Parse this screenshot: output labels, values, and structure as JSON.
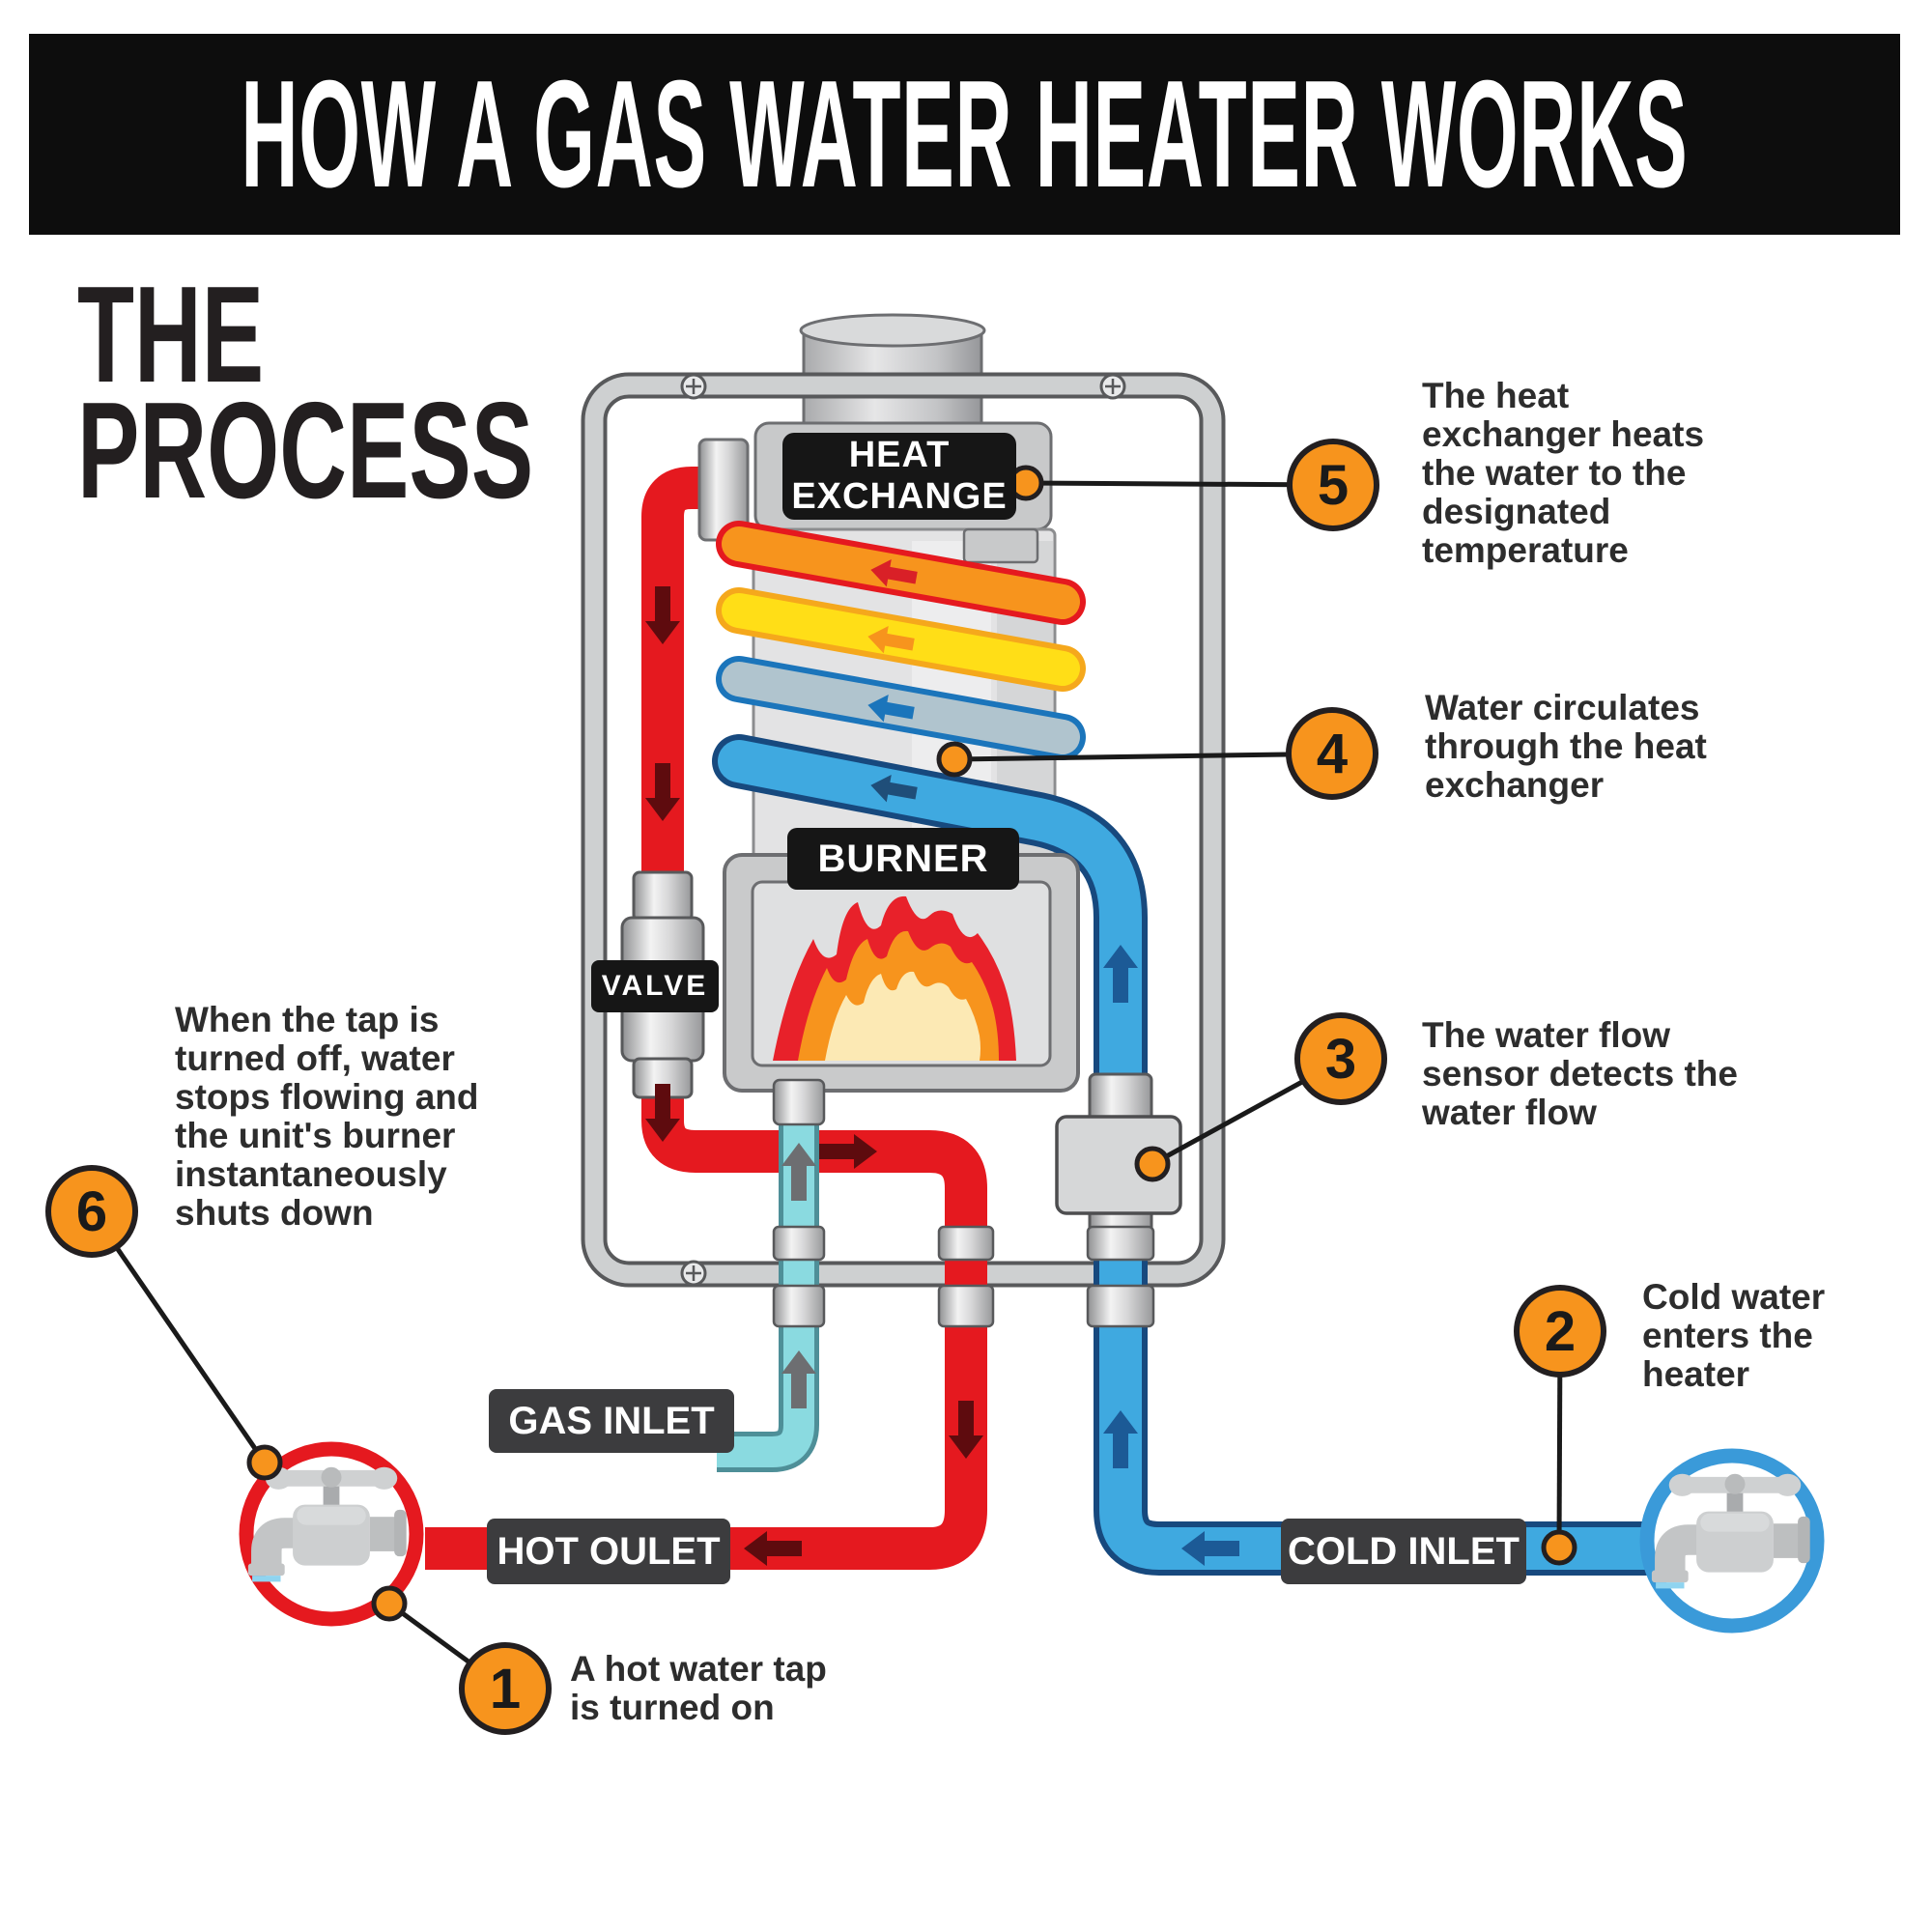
{
  "header": {
    "title": "HOW A GAS WATER HEATER WORKS"
  },
  "subtitle": {
    "line1": "THE",
    "line2": "PROCESS"
  },
  "diagram_labels": {
    "heat_exchange": {
      "line1": "HEAT",
      "line2": "EXCHANGE"
    },
    "burner": "BURNER",
    "valve": "VALVE",
    "gas_inlet": "GAS INLET",
    "hot_outlet": "HOT OULET",
    "cold_inlet": "COLD INLET"
  },
  "callouts": [
    {
      "number": "1",
      "lines": [
        "A hot water tap",
        "is turned on"
      ]
    },
    {
      "number": "2",
      "lines": [
        "Cold water",
        "enters the",
        "heater"
      ]
    },
    {
      "number": "3",
      "lines": [
        "The water flow",
        "sensor detects the",
        "water flow"
      ]
    },
    {
      "number": "4",
      "lines": [
        "Water circulates",
        "through the heat",
        "exchanger"
      ]
    },
    {
      "number": "5",
      "lines": [
        "The heat",
        "exchanger heats",
        "the water to the",
        "designated",
        "temperature"
      ]
    },
    {
      "number": "6",
      "lines": [
        "When the tap is",
        "turned off, water",
        "stops flowing and",
        "the unit's burner",
        "instantaneously",
        "shuts down"
      ]
    }
  ],
  "colors": {
    "accent_orange": "#F7941D",
    "hot_red": "#E5191F",
    "cold_blue": "#3FA9E0",
    "cold_blue_outline": "#17497E",
    "gas_teal": "#8ADAE0",
    "coil_yellow": "#FFDE17",
    "coil_gray_blue": "#B0C4CE",
    "flame_inner": "#FCE9B4",
    "label_black": "#161616",
    "chip_gray": "#3C3C3E"
  }
}
